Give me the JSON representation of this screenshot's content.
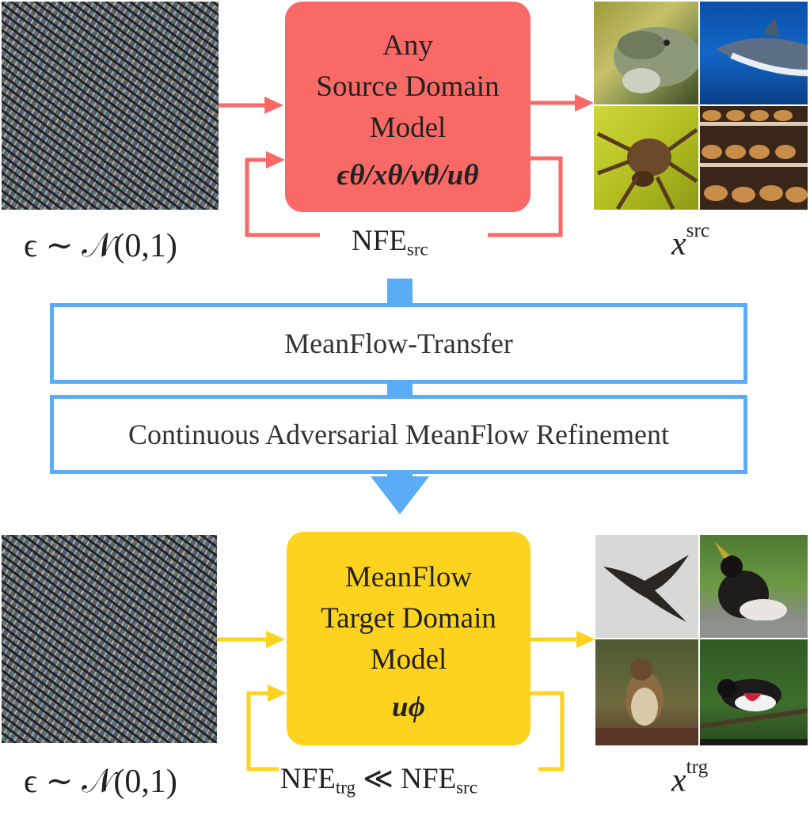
{
  "source_box": {
    "lines": [
      "Any",
      "Source Domain",
      "Model"
    ],
    "formula": "ϵθ/xθ/vθ/uθ"
  },
  "target_box": {
    "lines": [
      "MeanFlow",
      "Target Domain",
      "Model"
    ],
    "formula": "uϕ"
  },
  "noise_label": "ϵ ∼ 𝒩(0,1)",
  "nfe_src": {
    "base": "NFE",
    "sub": "src"
  },
  "nfe_trg": {
    "base": "NFE",
    "sub": "trg",
    "relation": "≪",
    "base2": "NFE",
    "sub2": "src"
  },
  "x_src": {
    "base": "x",
    "sup": "src"
  },
  "x_trg": {
    "base": "x",
    "sup": "trg"
  },
  "stages": [
    "MeanFlow-Transfer",
    "Continuous Adversarial MeanFlow Refinement"
  ],
  "colors": {
    "source": "#f96a67",
    "target": "#fdd320",
    "stage": "#5aacf6"
  },
  "source_images": [
    "iguana-photo",
    "shark-photo",
    "spider-photo",
    "bakery-photo"
  ],
  "target_images": [
    "flying-bird-photo",
    "singing-bird-photo",
    "sparrow-photo",
    "grosbeak-photo"
  ]
}
